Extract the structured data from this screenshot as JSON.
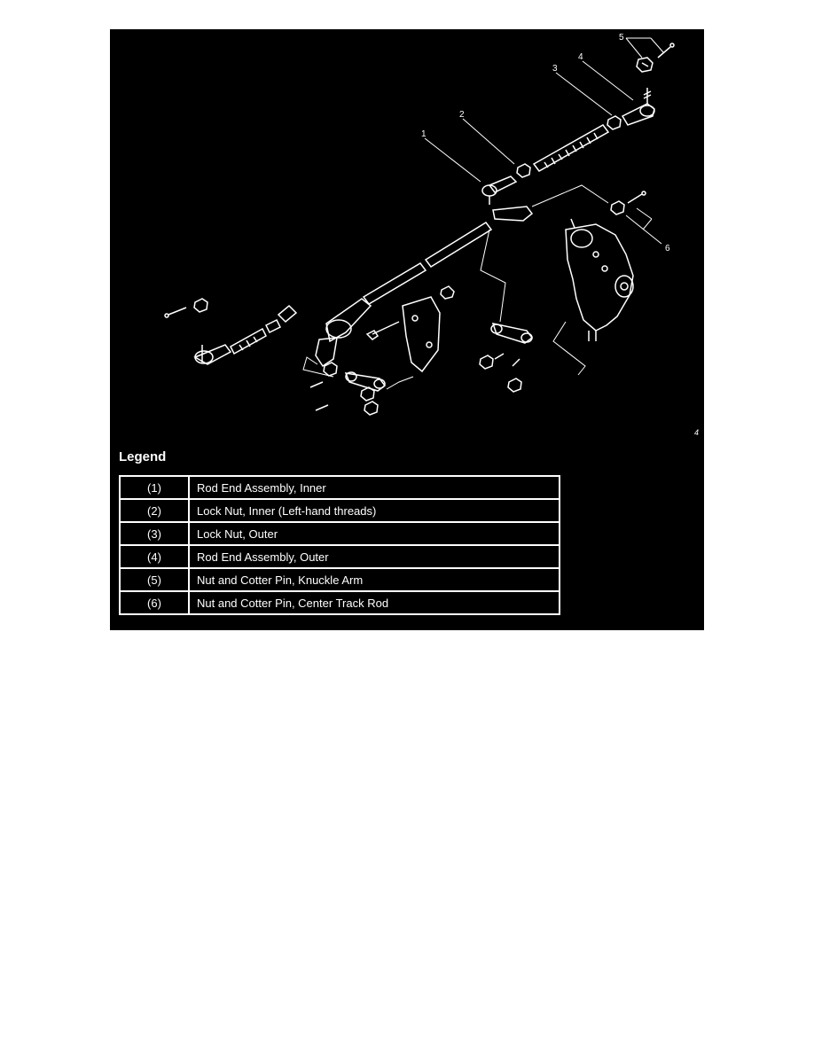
{
  "figure": {
    "callouts": [
      "1",
      "2",
      "3",
      "4",
      "5",
      "6"
    ],
    "corner_mark": "4",
    "colors": {
      "background": "#000000",
      "linework": "#ffffff"
    }
  },
  "legend": {
    "title": "Legend",
    "rows": [
      {
        "code": "(1)",
        "description": "Rod End Assembly, Inner"
      },
      {
        "code": "(2)",
        "description": "Lock Nut, Inner (Left-hand threads)"
      },
      {
        "code": "(3)",
        "description": "Lock Nut, Outer"
      },
      {
        "code": "(4)",
        "description": "Rod End Assembly, Outer"
      },
      {
        "code": "(5)",
        "description": "Nut and Cotter Pin, Knuckle Arm"
      },
      {
        "code": "(6)",
        "description": "Nut and Cotter Pin, Center Track Rod"
      }
    ]
  }
}
